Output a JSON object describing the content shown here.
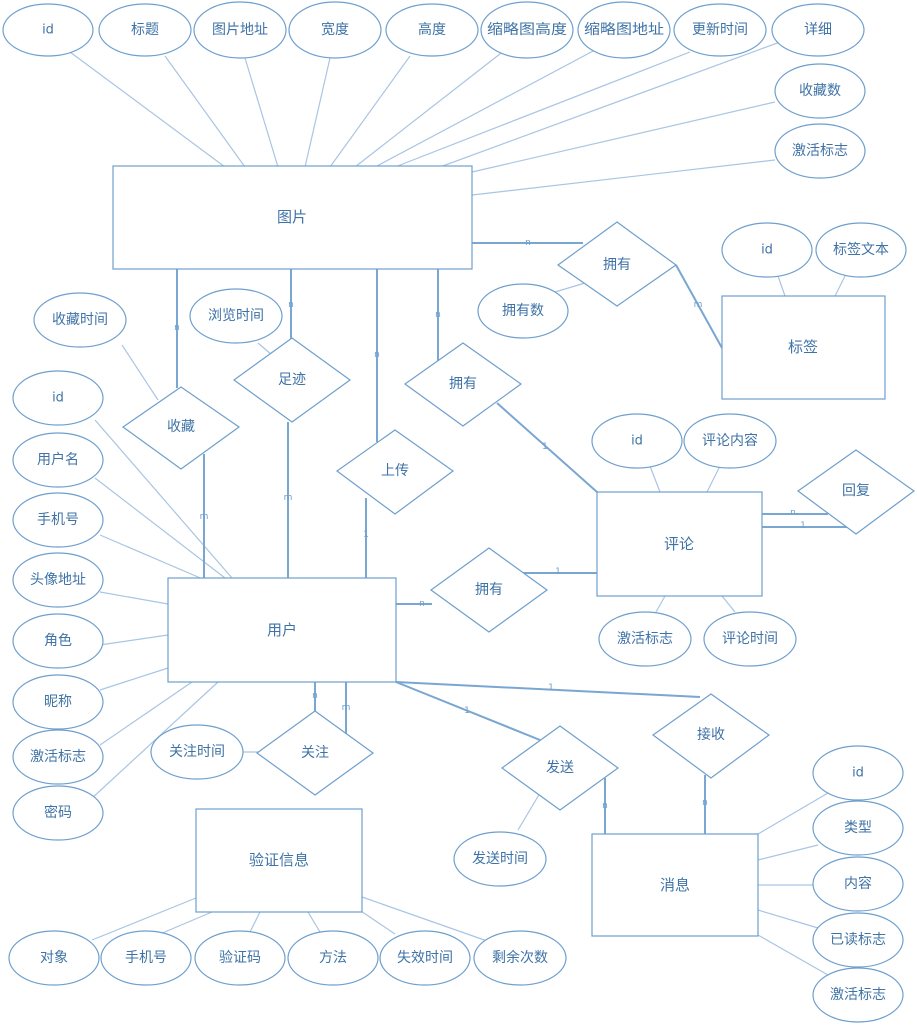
{
  "colors": {
    "stroke": "#6e9fcd",
    "line": "#a9c5e3",
    "text": "#3f73a6",
    "background": "#ffffff"
  },
  "entities": {
    "picture": "图片",
    "tag": "标签",
    "comment": "评论",
    "user": "用户",
    "message": "消息",
    "verification": "验证信息"
  },
  "relationships": {
    "picture_tag": "拥有",
    "favorite": "收藏",
    "footprint": "足迹",
    "upload": "上传",
    "picture_comment": "拥有",
    "reply": "回复",
    "user_comment": "拥有",
    "follow": "关注",
    "send": "发送",
    "receive": "接收"
  },
  "attributes": {
    "picture": [
      "id",
      "标题",
      "图片地址",
      "宽度",
      "高度",
      "缩略图高度",
      "缩略图地址",
      "更新时间",
      "详细",
      "收藏数",
      "激活标志"
    ],
    "picture_tag_rel": [
      "拥有数"
    ],
    "tag": [
      "id",
      "标签文本"
    ],
    "favorite_rel": [
      "收藏时间"
    ],
    "footprint_rel": [
      "浏览时间"
    ],
    "comment": [
      "id",
      "评论内容",
      "激活标志",
      "评论时间"
    ],
    "user": [
      "id",
      "用户名",
      "手机号",
      "头像地址",
      "角色",
      "昵称",
      "激活标志",
      "密码"
    ],
    "follow_rel": [
      "关注时间"
    ],
    "send_rel": [
      "发送时间"
    ],
    "message": [
      "id",
      "类型",
      "内容",
      "已读标志",
      "激活标志"
    ],
    "verification": [
      "对象",
      "手机号",
      "验证码",
      "方法",
      "失效时间",
      "剩余次数"
    ]
  },
  "cardinality": {
    "one": "1",
    "n": "n",
    "m": "m"
  }
}
